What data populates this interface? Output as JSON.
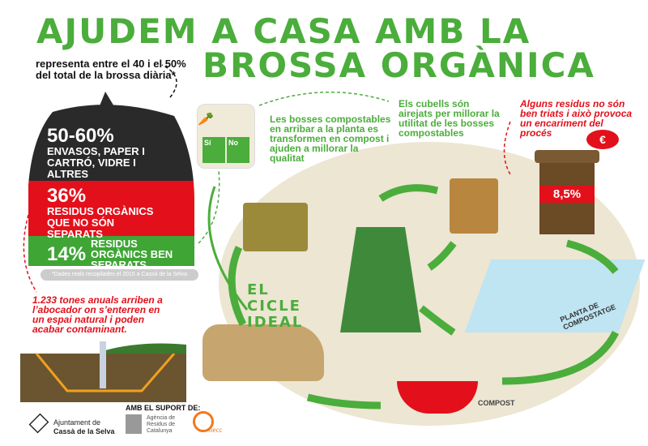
{
  "title": {
    "line1": "AJUDEM A CASA AMB LA",
    "line2": "BROSSA ORGÀNICA"
  },
  "bag": {
    "intro": "representa entre el 40 i el 50% del total de la brossa diària*",
    "seg1_pct": "50-60%",
    "seg1_text": "ENVASOS, PAPER I CARTRÓ, VIDRE I ALTRES",
    "seg2_pct": "36%",
    "seg2_text": "RESIDUS ORGÀNICS QUE NO SÓN SEPARATS",
    "seg3_pct": "14%",
    "seg3_text": "RESIDUS ORGÀNICS BEN SEPARATS",
    "footnote": "*Dades reals recopilades el 2015 a Cassà de la Selva"
  },
  "bag_label": {
    "yes": "Sí",
    "no": "No"
  },
  "notes": {
    "compostable_bags": "Les bosses compostables en arribar a la planta es transformen en compost i ajuden a millorar la qualitat",
    "aired_bins": "Els cubells són airejats per millorar la utilitat de les bosses compostables",
    "bad_sorting": "Alguns residus no són ben triats i això provoca un encariment del procés",
    "landfill": "1.233 tones anuals arriben a l’abocador on s’enterren en un espai natural i poden acabar contaminant."
  },
  "bin_pct": "8,5%",
  "cycle_label": "EL CICLE IDEAL",
  "plant_label": "PLANTA DE COMPOSTATGE",
  "compost_label": "COMPOST",
  "euro_symbol": "€",
  "footer": {
    "support": "AMB EL SUPORT DE:",
    "ajuntament_line1": "Ajuntament de",
    "ajuntament_line2": "Cassà de la Selva",
    "arc_line1": "Agència de",
    "arc_line2": "Residus de",
    "arc_line3": "Catalunya",
    "oecc": "oecc"
  },
  "colors": {
    "green": "#4bad3b",
    "red": "#e3101b",
    "beige": "#ece6d3"
  }
}
